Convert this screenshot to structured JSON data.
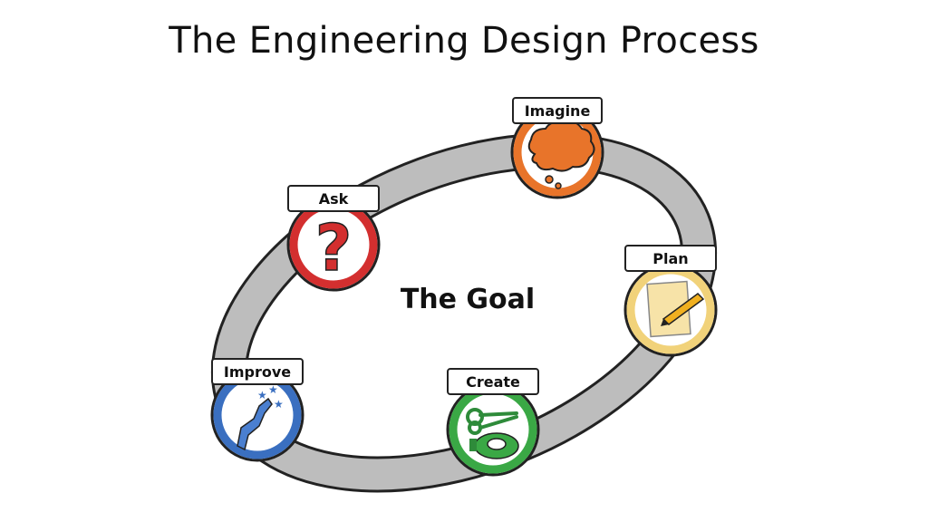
{
  "title": "The Engineering Design Process",
  "center_label": "The Goal",
  "steps": [
    {
      "label": "Imagine",
      "icon": "thought-bubble-icon",
      "color": "#e8742a"
    },
    {
      "label": "Plan",
      "icon": "paper-pencil-icon",
      "color": "#f1d27a"
    },
    {
      "label": "Create",
      "icon": "scissors-tape-icon",
      "color": "#3aa845"
    },
    {
      "label": "Improve",
      "icon": "arrow-stars-icon",
      "color": "#3a6fc0"
    },
    {
      "label": "Ask",
      "icon": "question-mark-icon",
      "color": "#d32f2f"
    }
  ],
  "ring_color": "#bdbdbd"
}
